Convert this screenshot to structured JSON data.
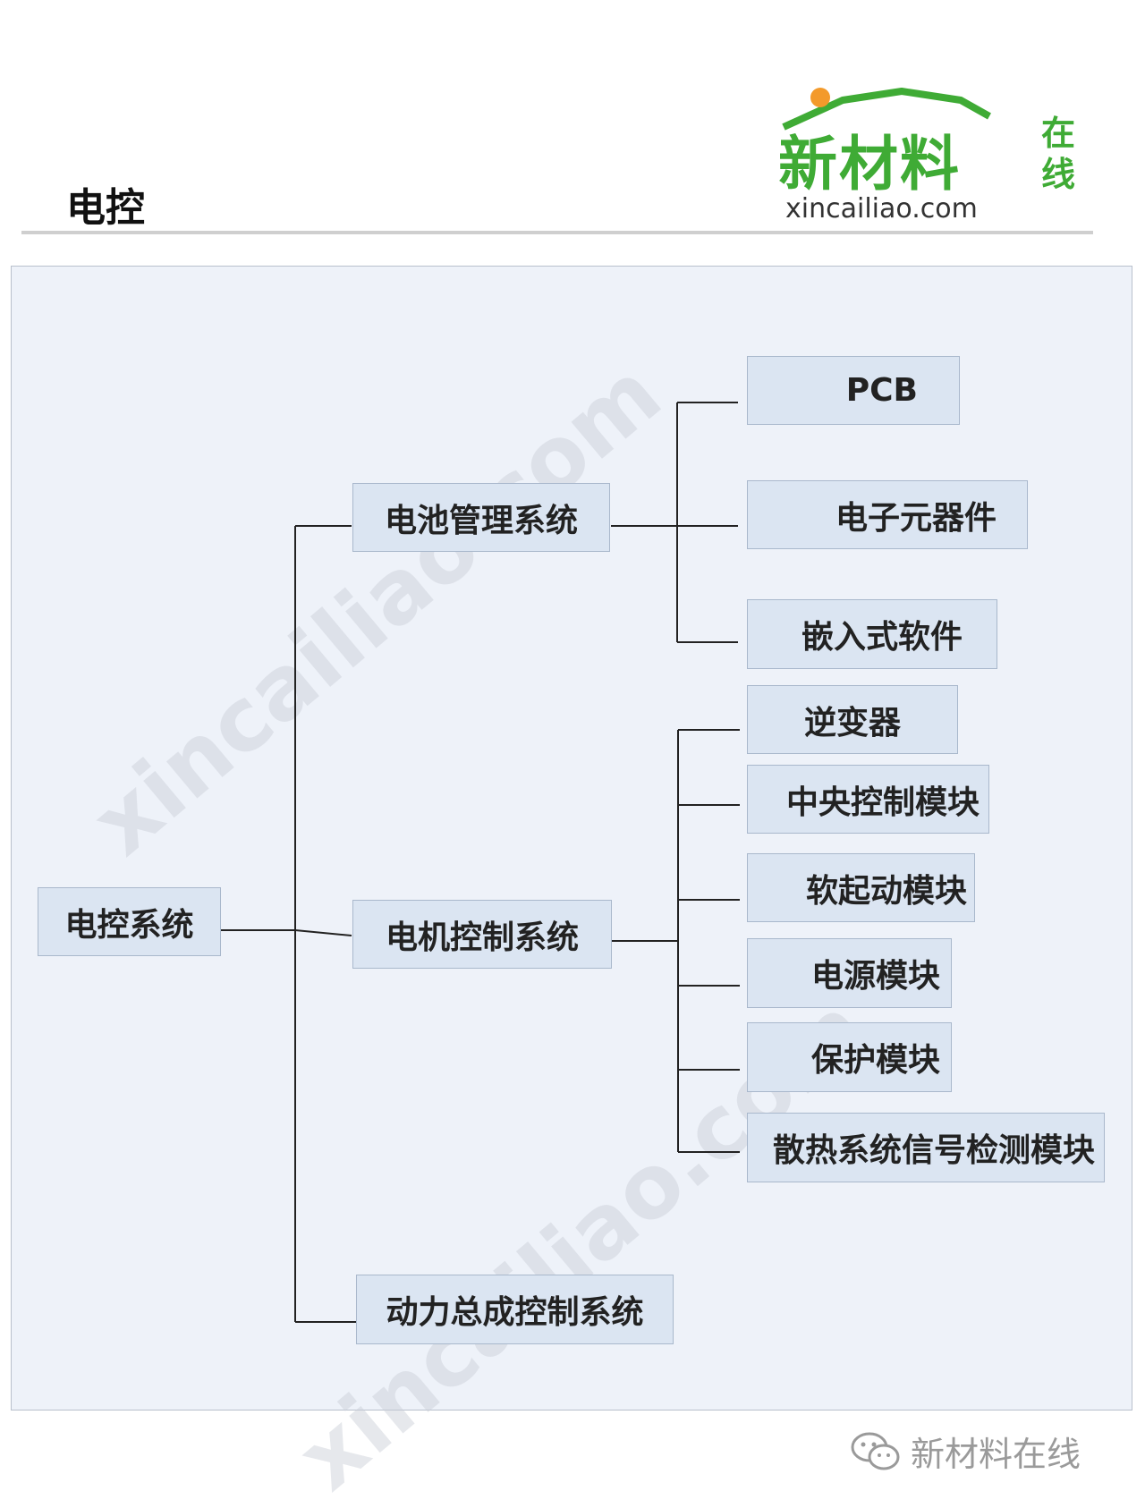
{
  "page": {
    "title": "电控"
  },
  "logo": {
    "main_text": "新材料",
    "side_text": "在线",
    "url": "xincailiao.com",
    "colors": {
      "green": "#3fab35",
      "sun": "#f39a2b"
    }
  },
  "watermark": {
    "text": "xincailiao.com"
  },
  "diagram": {
    "root": "电控系统",
    "branches": [
      {
        "label": "电池管理系统",
        "children": [
          "PCB",
          "电子元器件",
          "嵌入式软件"
        ]
      },
      {
        "label": "电机控制系统",
        "children": [
          "逆变器",
          "中央控制模块",
          "软起动模块",
          "电源模块",
          "保护模块",
          "散热系统信号检测模块"
        ]
      },
      {
        "label": "动力总成控制系统",
        "children": []
      }
    ]
  },
  "footer": {
    "icon": "wechat-icon",
    "text": "新材料在线"
  }
}
